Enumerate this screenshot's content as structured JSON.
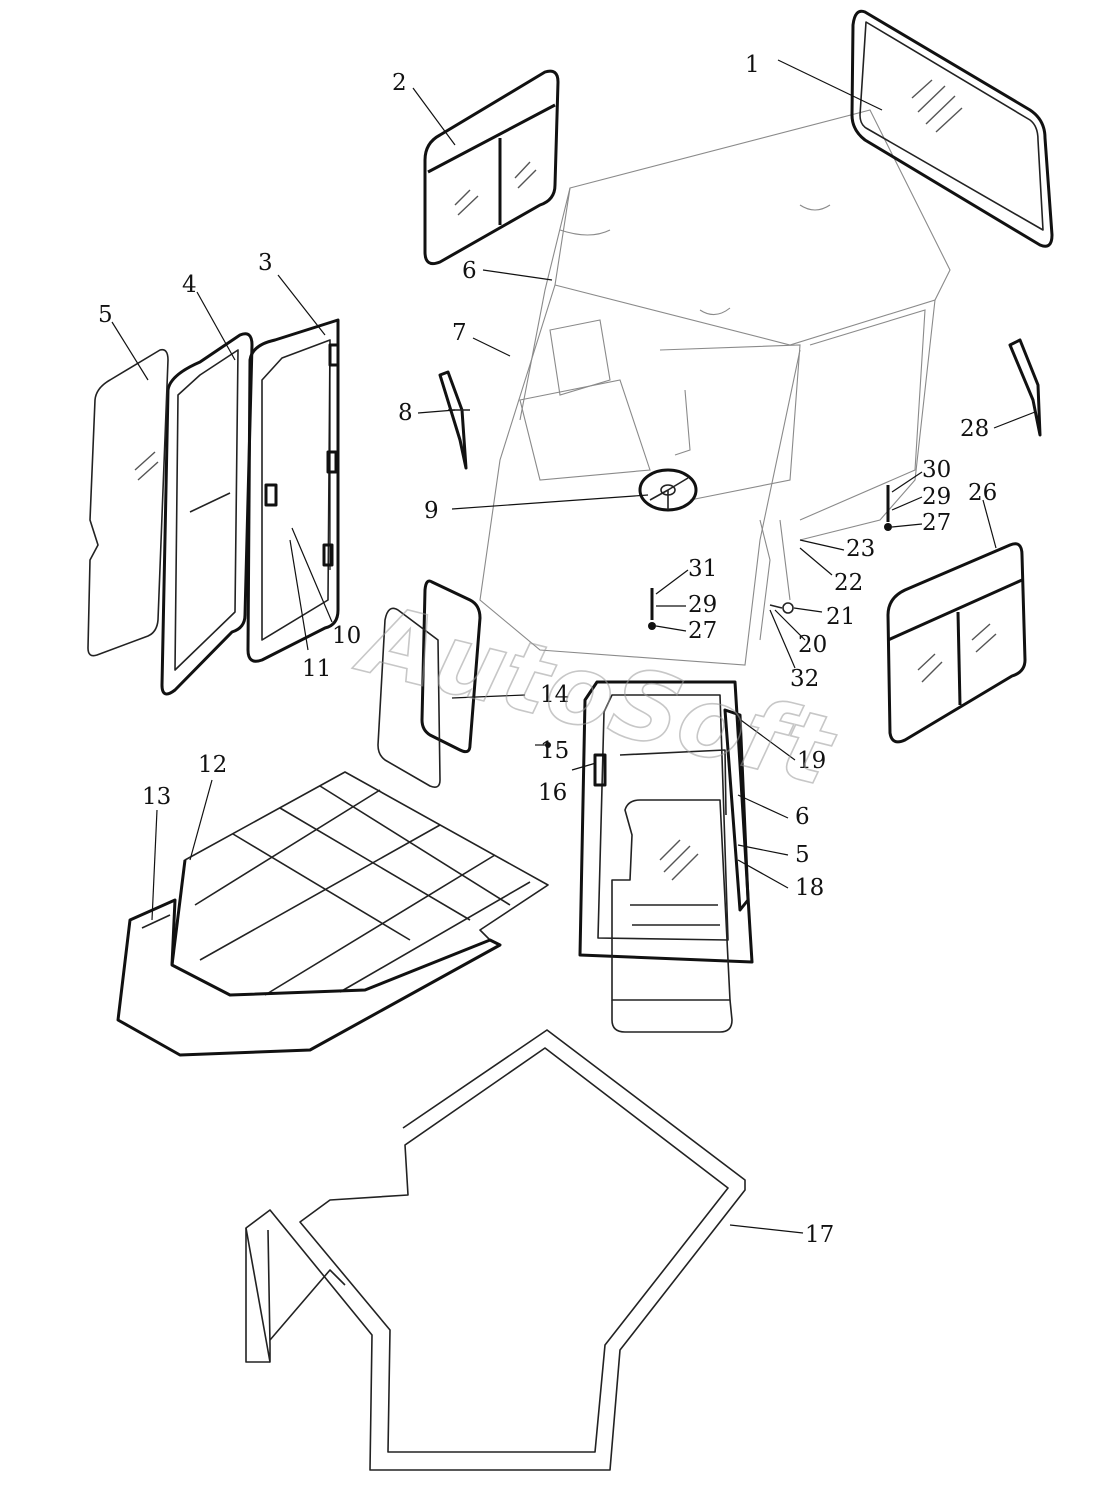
{
  "diagram": {
    "watermark": "AutoSoft",
    "callouts": {
      "c1": "1",
      "c2": "2",
      "c3": "3",
      "c4": "4",
      "c5a": "5",
      "c5b": "5",
      "c6a": "6",
      "c6b": "6",
      "c7": "7",
      "c8": "8",
      "c9": "9",
      "c10": "10",
      "c11": "11",
      "c12": "12",
      "c13": "13",
      "c14": "14",
      "c15": "15",
      "c16": "16",
      "c17": "17",
      "c18": "18",
      "c19": "19",
      "c20": "20",
      "c21": "21",
      "c22": "22",
      "c23": "23",
      "c26": "26",
      "c27a": "27",
      "c27b": "27",
      "c28": "28",
      "c29a": "29",
      "c29b": "29",
      "c30": "30",
      "c31": "31",
      "c32": "32"
    }
  }
}
